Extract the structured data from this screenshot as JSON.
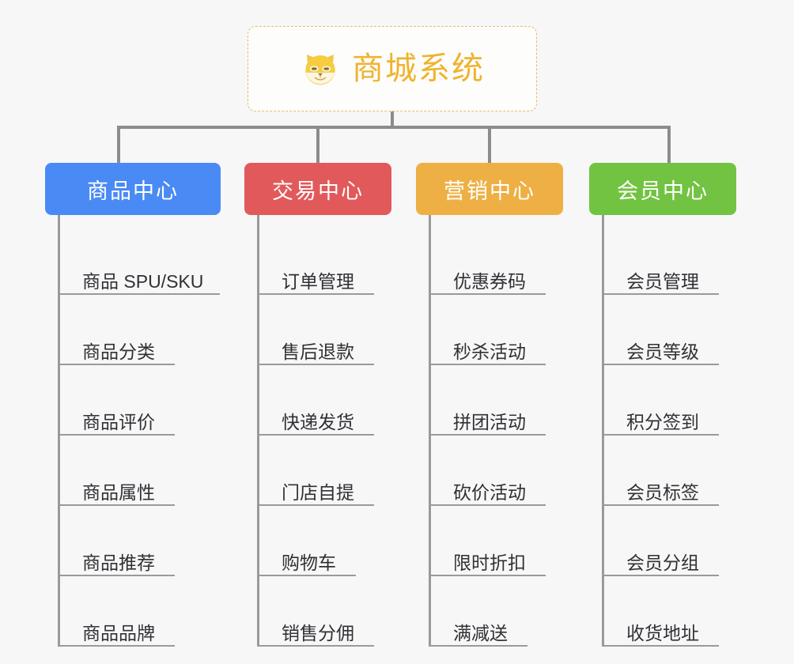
{
  "page": {
    "background_color": "#f7f7f7",
    "type": "mindmap"
  },
  "root": {
    "title": "商城系统",
    "icon": "shiba-dog-face-icon",
    "text_color": "#f0b32e",
    "border_color": "#e8b96b",
    "background_color": "#fdfdfc"
  },
  "connector_color": "#8c8c8c",
  "branches": [
    {
      "label": "商品中心",
      "color": "#4a8af4",
      "items": [
        {
          "label": "商品 SPU/SKU",
          "underline_width": 205
        },
        {
          "label": "商品分类",
          "underline_width": 148
        },
        {
          "label": "商品评价",
          "underline_width": 148
        },
        {
          "label": "商品属性",
          "underline_width": 148
        },
        {
          "label": "商品推荐",
          "underline_width": 148
        },
        {
          "label": "商品品牌",
          "underline_width": 148
        }
      ]
    },
    {
      "label": "交易中心",
      "color": "#e2595b",
      "items": [
        {
          "label": "订单管理",
          "underline_width": 148
        },
        {
          "label": "售后退款",
          "underline_width": 148
        },
        {
          "label": "快递发货",
          "underline_width": 148
        },
        {
          "label": "门店自提",
          "underline_width": 148
        },
        {
          "label": "购物车",
          "underline_width": 125
        },
        {
          "label": "销售分佣",
          "underline_width": 148
        }
      ]
    },
    {
      "label": "营销中心",
      "color": "#eeb044",
      "items": [
        {
          "label": "优惠券码",
          "underline_width": 148
        },
        {
          "label": "秒杀活动",
          "underline_width": 148
        },
        {
          "label": "拼团活动",
          "underline_width": 148
        },
        {
          "label": "砍价活动",
          "underline_width": 148
        },
        {
          "label": "限时折扣",
          "underline_width": 148
        },
        {
          "label": "满减送",
          "underline_width": 125
        }
      ]
    },
    {
      "label": "会员中心",
      "color": "#72c342",
      "items": [
        {
          "label": "会员管理",
          "underline_width": 148
        },
        {
          "label": "会员等级",
          "underline_width": 148
        },
        {
          "label": "积分签到",
          "underline_width": 148
        },
        {
          "label": "会员标签",
          "underline_width": 148
        },
        {
          "label": "会员分组",
          "underline_width": 148
        },
        {
          "label": "收货地址",
          "underline_width": 148
        }
      ]
    }
  ]
}
